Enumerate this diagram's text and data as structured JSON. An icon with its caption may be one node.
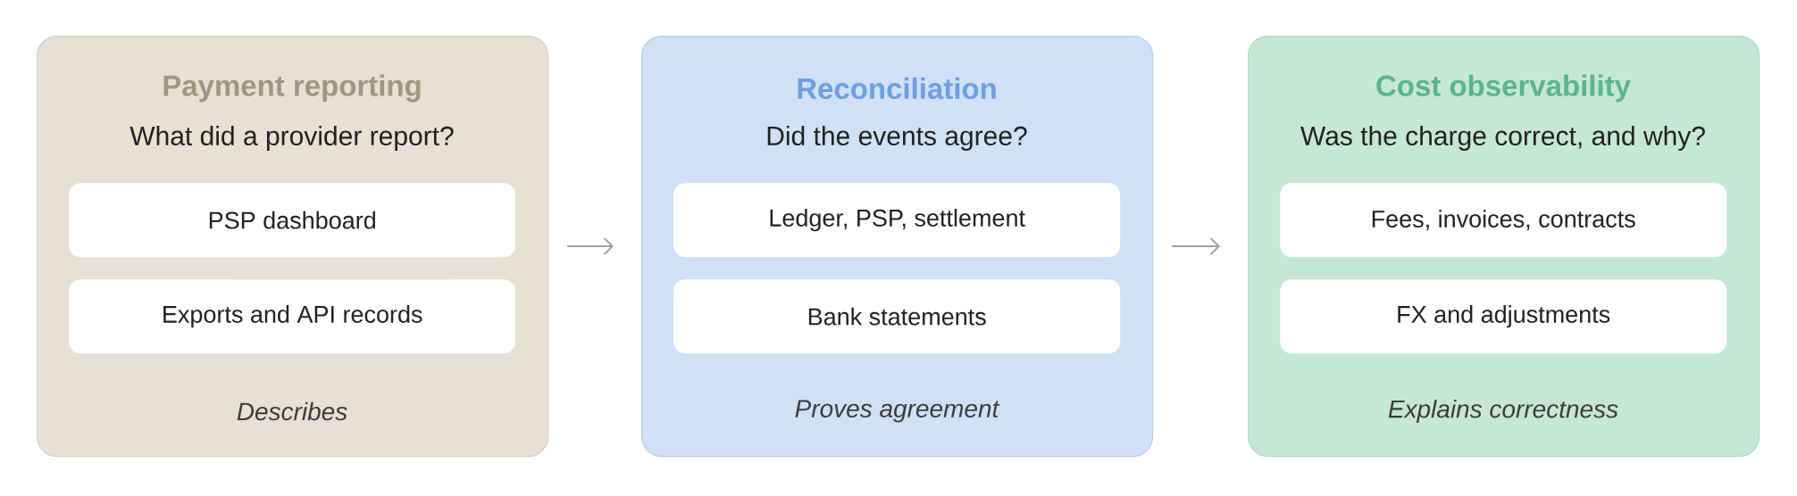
{
  "diagram": {
    "nodes": [
      {
        "text": [
          "Payment reporting",
          "What did a provider report?",
          "Describes"
        ]
      },
      {
        "text": [
          "PSP dashboard"
        ],
        "in": 0
      },
      {
        "text": [
          "Exports and API records"
        ],
        "in": 0
      },
      {
        "text": [
          "Reconciliation",
          "Did the events agree?",
          "Proves agreement"
        ]
      },
      {
        "text": [
          "Ledger, PSP, settlement"
        ],
        "in": 3
      },
      {
        "text": [
          "Bank statements"
        ],
        "in": 3
      },
      {
        "text": [
          "Cost observability",
          "Was the charge correct, and why?",
          "Explains correctness"
        ]
      },
      {
        "text": [
          "Fees, invoices, contracts"
        ],
        "in": 6
      },
      {
        "text": [
          "FX and adjustments"
        ],
        "in": 6
      }
    ],
    "edges": [
      {
        "from": 0,
        "to": 3,
        "arrow": "to"
      },
      {
        "from": 3,
        "to": 6,
        "arrow": "to"
      }
    ]
  }
}
